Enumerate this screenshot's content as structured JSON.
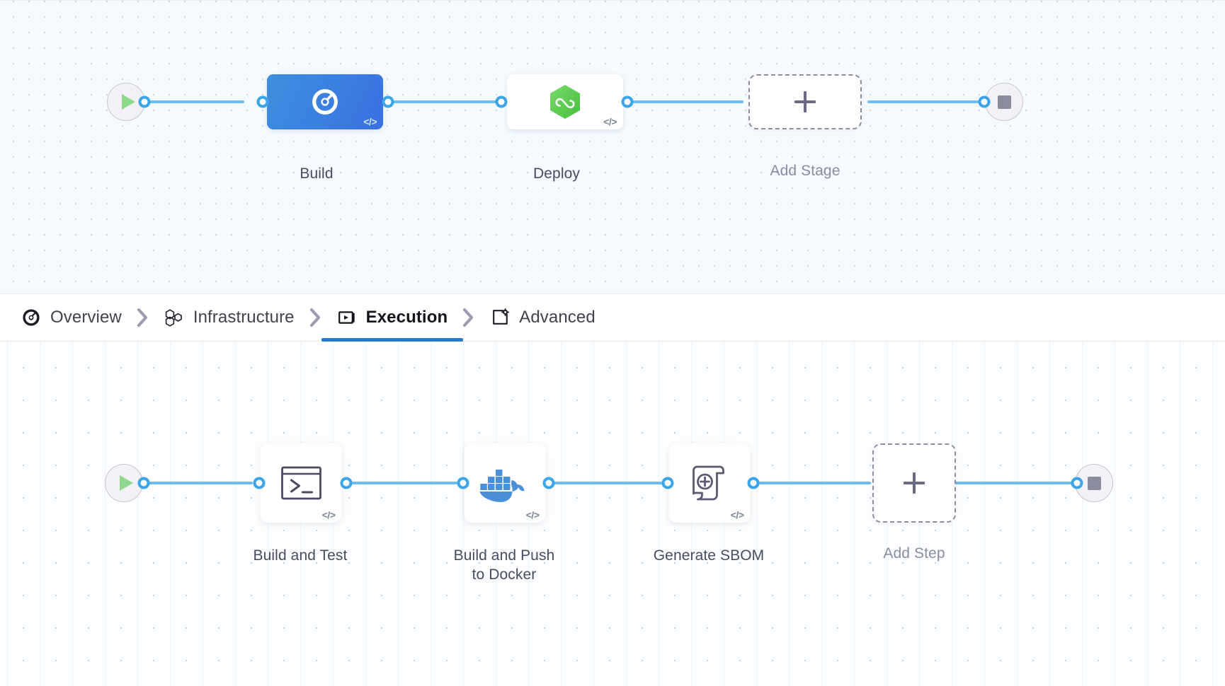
{
  "stage_graph": {
    "start_node": {
      "name": "pipeline-start",
      "icon": "play-icon"
    },
    "end_node": {
      "name": "pipeline-stop",
      "icon": "stop-icon"
    },
    "stages": [
      {
        "label": "Build",
        "icon": "harness-ci-icon",
        "selected": true,
        "badge": "</>"
      },
      {
        "label": "Deploy",
        "icon": "harness-cd-hexagon-icon",
        "selected": false,
        "badge": "</>"
      }
    ],
    "add_stage": {
      "label": "Add Stage",
      "icon": "plus-icon"
    }
  },
  "tabs": [
    {
      "label": "Overview",
      "icon": "overview-pie-icon",
      "active": false
    },
    {
      "label": "Infrastructure",
      "icon": "hexagon-cluster-icon",
      "active": false
    },
    {
      "label": "Execution",
      "icon": "play-box-icon",
      "active": true
    },
    {
      "label": "Advanced",
      "icon": "gear-box-icon",
      "active": false
    }
  ],
  "tab_separator_icon": "chevron-right-icon",
  "step_graph": {
    "start_node": {
      "name": "execution-start",
      "icon": "play-icon"
    },
    "end_node": {
      "name": "execution-stop",
      "icon": "stop-icon"
    },
    "steps": [
      {
        "label": "Build and Test",
        "icon": "terminal-icon",
        "badge": "</>"
      },
      {
        "label": "Build and Push\nto Docker",
        "icon": "docker-icon",
        "badge": "</>"
      },
      {
        "label": "Generate SBOM",
        "icon": "sbom-scroll-icon",
        "badge": "</>"
      }
    ],
    "add_step": {
      "label": "Add Step",
      "icon": "plus-icon"
    }
  },
  "colors": {
    "accent_blue": "#2b7ac9",
    "connector_blue": "#6cbdf0",
    "port_blue": "#3ba5e8",
    "selected_stage_blue": "#3b7fe0",
    "docker_blue": "#4a90d9",
    "harness_green": "#5ec95e",
    "play_green": "#8fd98f",
    "stop_gray": "#8b8b9e",
    "canvas_top_bg": "#f4fafe",
    "canvas_bottom_bg": "#fcfdfe"
  }
}
